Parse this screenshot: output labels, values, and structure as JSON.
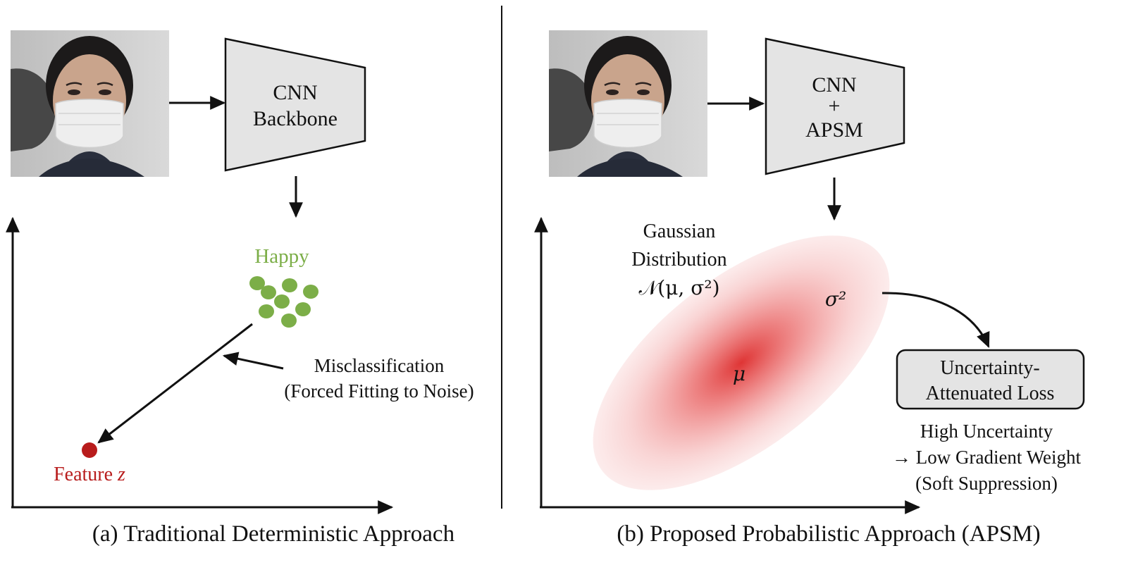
{
  "panel_a": {
    "caption": "(a) Traditional Deterministic Approach",
    "backbone_line1": "CNN",
    "backbone_line2": "Backbone",
    "cluster_label": "Happy",
    "misclass_line1": "Misclassification",
    "misclass_line2": "(Forced Fitting to Noise)",
    "feature_label": "Feature ",
    "feature_var": "z"
  },
  "panel_b": {
    "caption": "(b) Proposed Probabilistic Approach (APSM)",
    "model_line1": "CNN",
    "model_line2": "+",
    "model_line3": "APSM",
    "dist_line1": "Gaussian",
    "dist_line2": "Distribution",
    "dist_formula": "𝒩(μ, σ²)",
    "sigma_label": "σ²",
    "mu_label": "μ",
    "loss_line1": "Uncertainty-",
    "loss_line2": "Attenuated Loss",
    "note_line1": "High Uncertainty",
    "note_line2": "→ Low Gradient Weight",
    "note_line3": "(Soft Suppression)"
  },
  "colors": {
    "happy_green": "#7cae48",
    "feature_red": "#b81c1c",
    "gaussian_red": "#e03838",
    "box_fill": "#e4e4e4"
  }
}
